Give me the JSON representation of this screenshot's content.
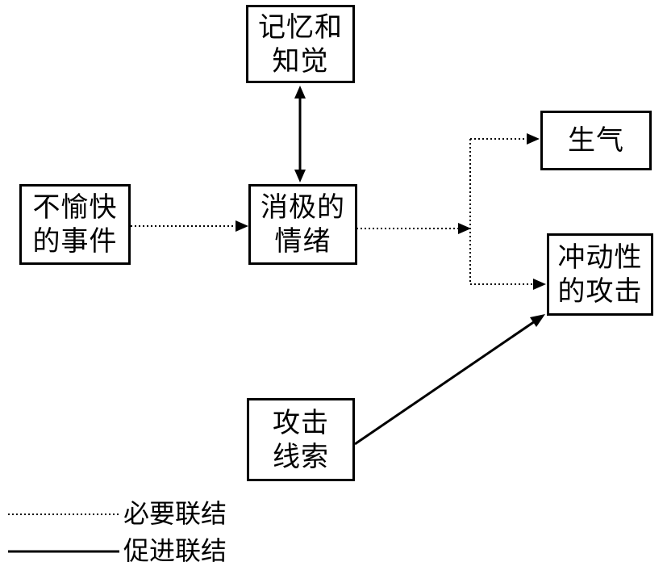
{
  "nodes": {
    "memory": {
      "line1": "记忆和",
      "line2": "知觉"
    },
    "unpleasant": {
      "line1": "不愉快",
      "line2": "的事件"
    },
    "negative": {
      "line1": "消极的",
      "line2": "情绪"
    },
    "angry": {
      "line1": "生气"
    },
    "aggression": {
      "line1": "冲动性",
      "line2": "的攻击"
    },
    "cues": {
      "line1": "攻击",
      "line2": "线索"
    }
  },
  "legend": {
    "dotted_label": "必要联结",
    "solid_label": "促进联结"
  },
  "colors": {
    "stroke": "#000000",
    "background": "#ffffff"
  }
}
